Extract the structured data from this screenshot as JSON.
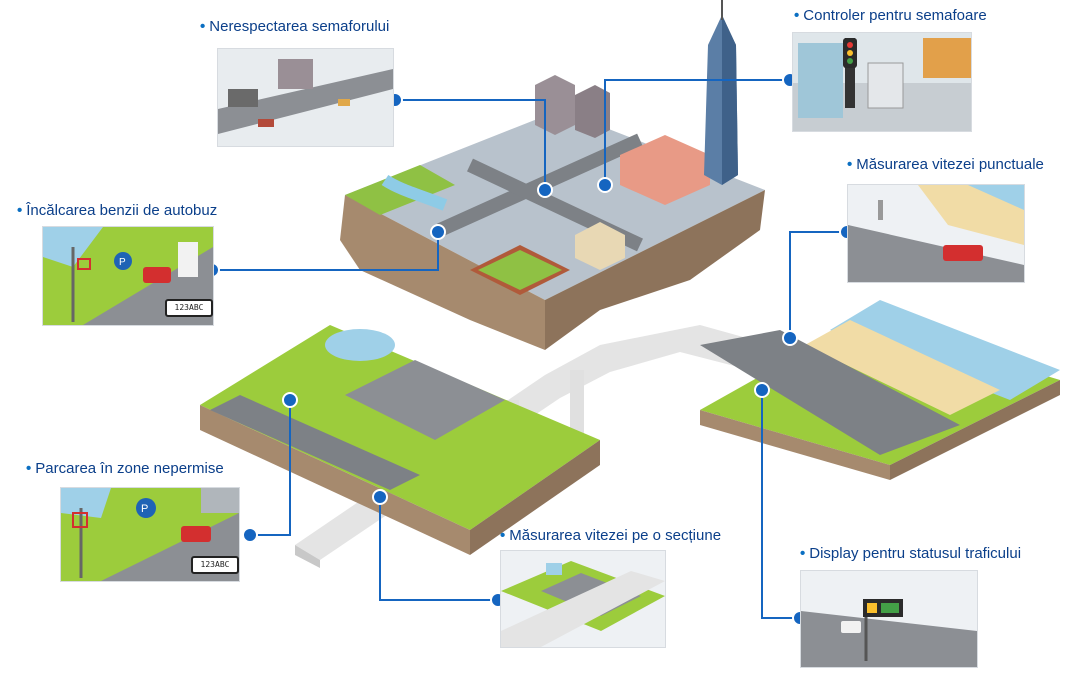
{
  "callouts": [
    {
      "id": "red-light",
      "label": "Nerespectarea semaforului"
    },
    {
      "id": "controller",
      "label": "Controler pentru semafoare"
    },
    {
      "id": "spot-speed",
      "label": "Măsurarea vitezei punctuale"
    },
    {
      "id": "bus-lane",
      "label": "Încălcarea benzii de autobuz",
      "plate": "123ABC"
    },
    {
      "id": "illegal-parking",
      "label": "Parcarea în zone nepermise",
      "plate": "123ABC"
    },
    {
      "id": "section-speed",
      "label": "Măsurarea vitezei pe o secțiune"
    },
    {
      "id": "traffic-display",
      "label": "Display pentru statusul traficului"
    }
  ],
  "colors": {
    "label_text": "#0b3f8a",
    "connector": "#1565c0",
    "marker": "#1565c0",
    "road": "#8c8f94",
    "grass": "#9ccc3c",
    "water": "#9fd0e8",
    "sand": "#f1dca6",
    "rock": "#a88e73",
    "bridge": "#e6e6e6"
  },
  "icons": [
    "parking-sign-icon",
    "traffic-light-icon",
    "camera-icon",
    "palm-tree-icon"
  ]
}
